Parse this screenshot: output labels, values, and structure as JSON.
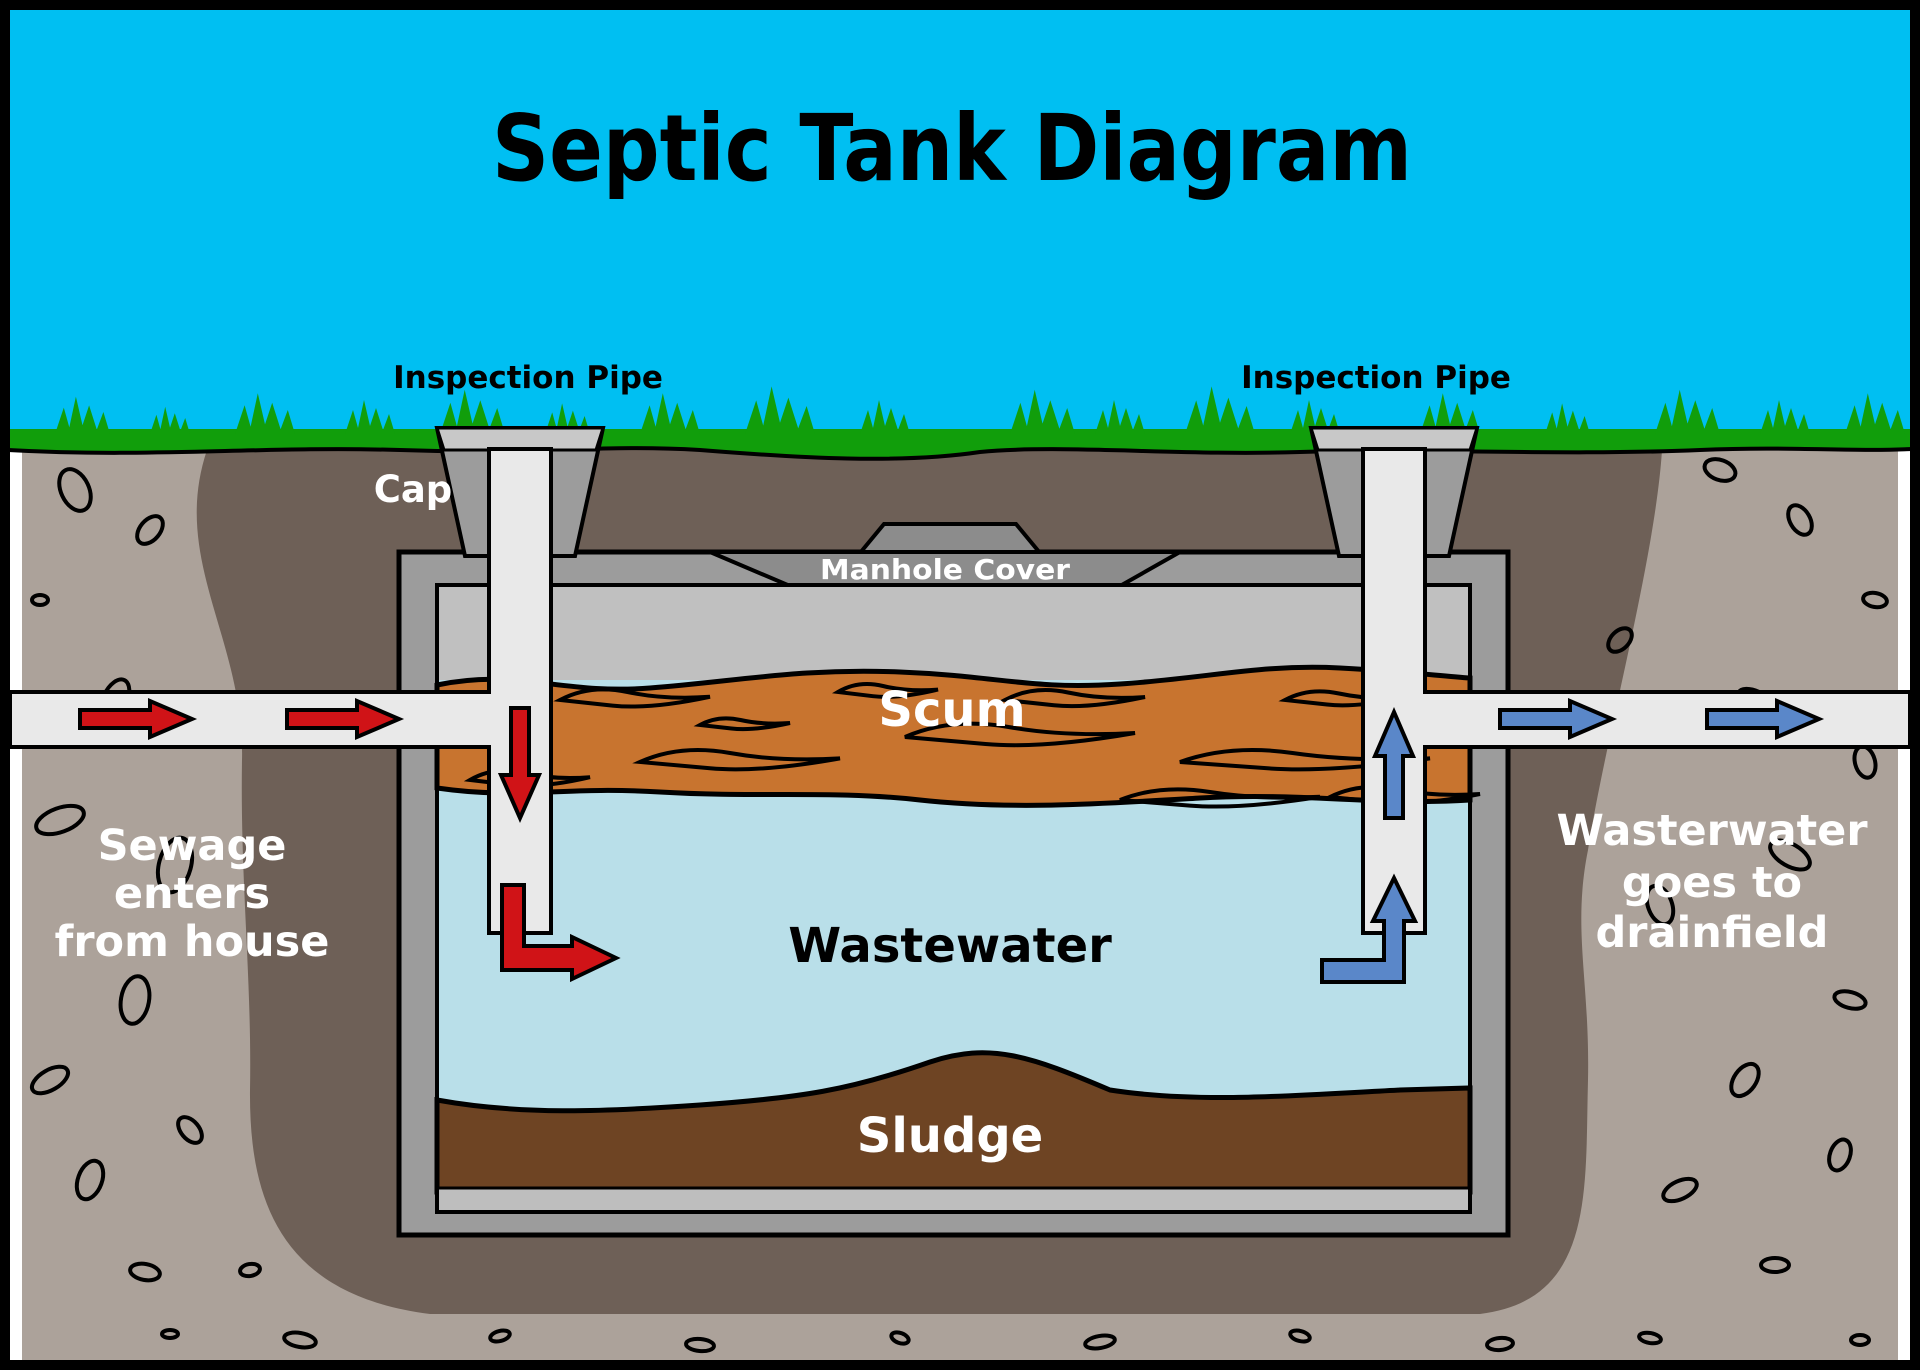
{
  "title": "Septic Tank Diagram",
  "labels": {
    "inspection_pipe_left": "Inspection Pipe",
    "inspection_pipe_right": "Inspection Pipe",
    "cap": "Cap",
    "manhole_cover": "Manhole Cover",
    "scum": "Scum",
    "wastewater": "Wastewater",
    "sludge": "Sludge"
  },
  "annotations": {
    "inlet": {
      "lines": [
        "Sewage",
        "enters",
        "from house"
      ]
    },
    "outlet": {
      "lines": [
        "Wasterwater",
        "goes to",
        "drainfield"
      ]
    }
  },
  "colors": {
    "sky": "#00bff2",
    "grass": "#119e0b",
    "soil": "#aca29a",
    "trench": "#6e6057",
    "tank_wall": "#9c9c9c",
    "tank_slab": "#c0c0c0",
    "tank_floor": "#bebebe",
    "manhole_cover": "#8c8c8c",
    "cap_face": "#c8c8c8",
    "pipe": "#e9e9e9",
    "scum": "#c8742f",
    "wastewater": "#b9dfe9",
    "sludge": "#6e4423",
    "inlet_arrow": "#d01317",
    "outlet_arrow": "#5a87c9",
    "outline": "#000000",
    "label_light": "#ffffff",
    "label_dark": "#000000"
  }
}
